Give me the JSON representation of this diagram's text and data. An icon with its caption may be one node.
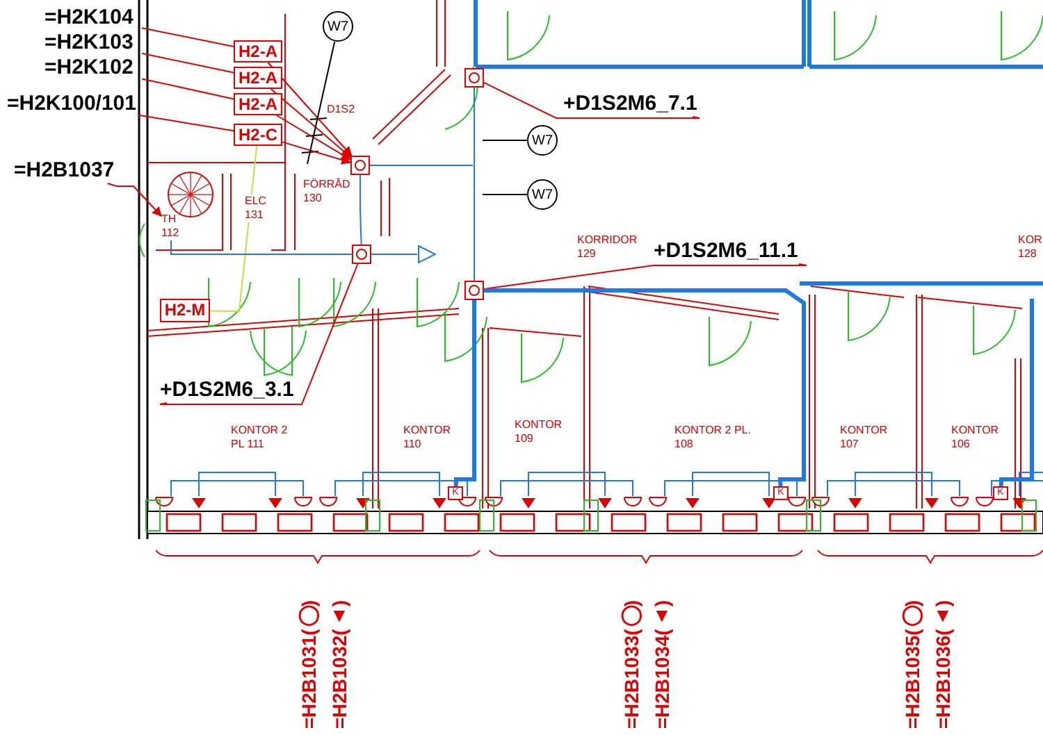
{
  "diagram": {
    "nodes": [
      {
        "text": [
          "=H2K104"
        ]
      },
      {
        "text": [
          "=H2K103"
        ]
      },
      {
        "text": [
          "=H2K102"
        ]
      },
      {
        "text": [
          "=H2K100/101"
        ]
      },
      {
        "text": [
          "H2-A"
        ]
      },
      {
        "text": [
          "H2-A"
        ]
      },
      {
        "text": [
          "H2-A"
        ]
      },
      {
        "text": [
          "H2-C"
        ]
      },
      {
        "text": [
          "=H2B1037"
        ]
      },
      {
        "text": [
          "H2-M"
        ]
      },
      {
        "text": [
          "W7"
        ]
      },
      {
        "text": [
          "W7"
        ]
      },
      {
        "text": [
          "W7"
        ]
      },
      {
        "text": [],
        "shape": "box"
      },
      {
        "text": [],
        "shape": "box"
      },
      {
        "text": [],
        "shape": "box"
      },
      {
        "text": [],
        "shape": "box"
      },
      {
        "text": [
          "+D1S2M6_7.1"
        ]
      },
      {
        "text": [
          "+D1S2M6_11.1"
        ]
      },
      {
        "text": [
          "+D1S2M6_3.1"
        ]
      },
      {
        "text": [
          "TH 112"
        ]
      },
      {
        "text": [],
        "shape": "triangle"
      },
      {
        "text": [
          "K"
        ]
      },
      {
        "text": [
          "K"
        ]
      },
      {
        "text": [
          "K"
        ]
      }
    ],
    "edges": [
      {
        "from": 0,
        "to": 4,
        "arrow": "none"
      },
      {
        "from": 1,
        "to": 5,
        "arrow": "none"
      },
      {
        "from": 2,
        "to": 6,
        "arrow": "none"
      },
      {
        "from": 3,
        "to": 7,
        "arrow": "none"
      },
      {
        "from": 4,
        "to": 13,
        "arrow": "to"
      },
      {
        "from": 5,
        "to": 13,
        "arrow": "to"
      },
      {
        "from": 6,
        "to": 13,
        "arrow": "to"
      },
      {
        "from": 7,
        "to": 13,
        "arrow": "to"
      },
      {
        "from": 8,
        "to": 20,
        "arrow": "to"
      },
      {
        "from": 7,
        "to": 9,
        "arrow": "none",
        "color": "#c8dc3c"
      },
      {
        "from": 10,
        "to": null,
        "arrow": "none",
        "color": "#000000"
      },
      {
        "from": 11,
        "to": null,
        "arrow": "none",
        "color": "#000000"
      },
      {
        "from": 12,
        "to": null,
        "arrow": "none",
        "color": "#000000"
      },
      {
        "from": 13,
        "to": 14,
        "arrow": "none",
        "color": "#1e78e6"
      },
      {
        "from": 14,
        "to": 21,
        "arrow": "none",
        "color": "#1e78e6"
      },
      {
        "from": 14,
        "to": 20,
        "arrow": "none",
        "color": "#1e78e6"
      },
      {
        "from": 15,
        "to": 16,
        "arrow": "none",
        "color": "#1e78e6"
      },
      {
        "from": 17,
        "to": 15,
        "arrow": "none"
      },
      {
        "from": 18,
        "to": 16,
        "arrow": "none"
      },
      {
        "from": 19,
        "to": 14,
        "arrow": "none"
      },
      {
        "from": 13,
        "to": null,
        "arrow": "none",
        "color": "#1e78e6"
      },
      {
        "from": 16,
        "to": 23,
        "arrow": "none",
        "style": "thick",
        "color": "#1e78e6"
      },
      {
        "from": 16,
        "to": 22,
        "arrow": "none",
        "style": "thick",
        "color": "#1e78e6"
      },
      {
        "from": null,
        "to": 24,
        "arrow": "none",
        "style": "thick",
        "color": "#1e78e6"
      }
    ],
    "labels": [
      "D1S2",
      "ELC 131",
      "FÖRRÅD 130",
      "KORRIDOR 129",
      "KOR 128",
      "KONTOR 2 PL 111",
      "KONTOR 110",
      "KONTOR 109",
      "KONTOR 2 PL. 108",
      "KONTOR 107",
      "KONTOR 106",
      "=H2B1031(◯)",
      "=H2B1032(▲)",
      "=H2B1033(◯)",
      "=H2B1034(▲)",
      "=H2B1035(◯)",
      "=H2B1036(▲)"
    ]
  }
}
